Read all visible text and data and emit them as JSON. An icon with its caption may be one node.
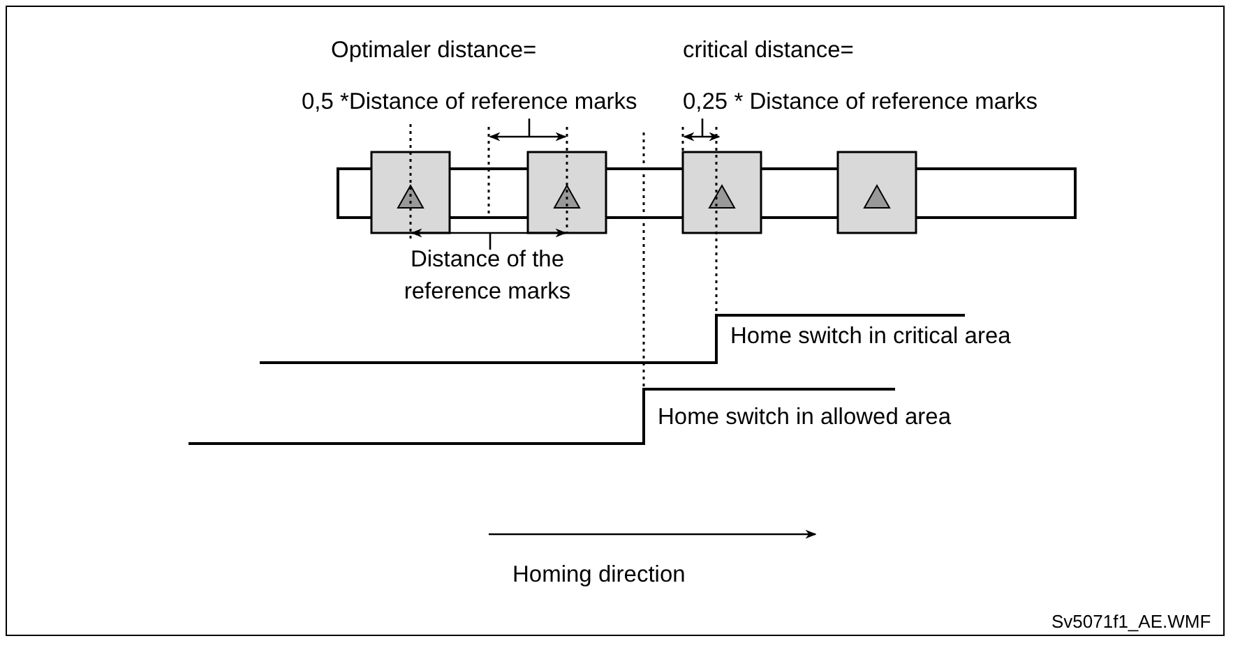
{
  "diagram": {
    "labels": [
      "Optimaler distance=",
      "critical distance=",
      "0,5 *Distance of reference marks",
      "0,25 * Distance of reference marks",
      "Distance of the reference marks",
      "Home switch in critical area",
      "Home switch in allowed area",
      "Homing direction",
      "Sv5071f1_AE.WMF"
    ]
  }
}
